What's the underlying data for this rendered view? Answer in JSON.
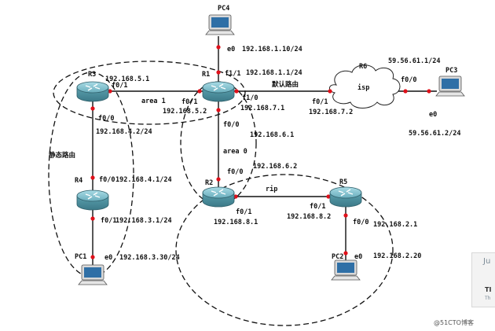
{
  "nodes": {
    "R1": {
      "label": "R1"
    },
    "R2": {
      "label": "R2"
    },
    "R3": {
      "label": "R3"
    },
    "R4": {
      "label": "R4"
    },
    "R5": {
      "label": "R5"
    },
    "R6": {
      "label": "R6"
    },
    "PC1": {
      "label": "PC1"
    },
    "PC2": {
      "label": "PC2"
    },
    "PC3": {
      "label": "PC3"
    },
    "PC4": {
      "label": "PC4"
    },
    "isp": {
      "label": "isp"
    }
  },
  "interfaces": {
    "r3_f01": "f0/1",
    "r3_ip_top": "192.168.5.1",
    "r1_f01": "f0/1",
    "r1_ip_left": "192.168.5.2",
    "r3_f00": "f0/0",
    "r3_ip_bottom": "192.168.4.2/24",
    "r4_f00": "f0/0",
    "r4_ip_top": "192.168.4.1/24",
    "r4_f01": "f0/1",
    "r4_ip_bottom": "192.168.3.1/24",
    "pc1_e0": "e0",
    "pc1_ip": "192.168.3.30/24",
    "pc4_e0": "e0",
    "pc4_ip": "192.168.1.10/24",
    "r1_f11": "f1/1",
    "r1_ip_top": "192.168.1.1/24",
    "r1_f10": "f1/0",
    "r1_ip_right": "192.168.7.1",
    "r6_f01": "f0/1",
    "r6_ip": "192.168.7.2",
    "r6_f00": "f0/0",
    "r6_ip_pc3": "59.56.61.1/24",
    "pc3_e0": "e0",
    "pc3_ip": "59.56.61.2/24",
    "r1_f00": "f0/0",
    "r1_ip_bottom": "192.168.6.1",
    "r2_f00": "f0/0",
    "r2_ip_top": "192.168.6.2",
    "r2_f01": "f0/1",
    "r2_ip_right": "192.168.8.1",
    "r5_f01": "f0/1",
    "r5_ip_left": "192.168.8.2",
    "r5_f00": "f0/0",
    "r5_ip_bottom": "192.168.2.1",
    "pc2_e0": "e0",
    "pc2_ip": "192.168.2.20"
  },
  "areas": {
    "area1": "area 1",
    "area0": "area 0",
    "rip": "rip",
    "static": "静态路由",
    "default": "默认路由"
  },
  "side_panel": {
    "top": "Ju",
    "mid": "TI",
    "small": "Th"
  },
  "watermark": "@51CTO博客",
  "colors": {
    "router_body": "#5fa3b3",
    "router_top": "#8cc6d2",
    "interface_dot": "#e0101a",
    "cloud_stroke": "#222222"
  }
}
